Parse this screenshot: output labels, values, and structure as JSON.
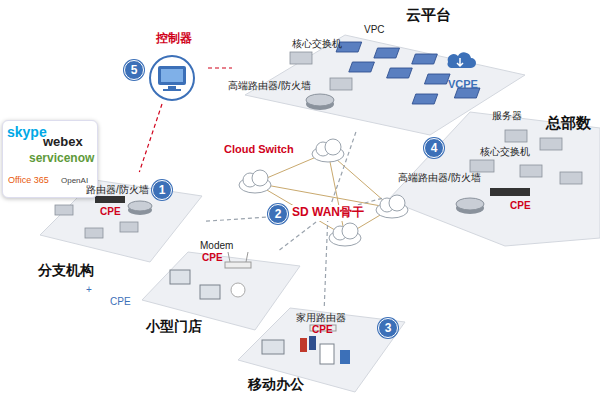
{
  "diagram": {
    "nodes": [
      {
        "text": [
          "控制器"
        ]
      },
      {
        "text": [
          "云平台"
        ]
      },
      {
        "text": [
          "总部数"
        ]
      },
      {
        "text": [
          "分支机构"
        ]
      },
      {
        "text": [
          "小型门店"
        ]
      },
      {
        "text": [
          "移动办公"
        ]
      },
      {
        "text": [
          "Cloud Switch"
        ]
      },
      {
        "text": [
          "SD WAN骨干"
        ]
      },
      {
        "text": [
          "skype",
          "webex",
          "servicenow",
          "Office 365",
          "OpenAI"
        ]
      }
    ],
    "edges": [
      {
        "from": 0,
        "to": 1,
        "arrow": "none"
      },
      {
        "from": 0,
        "to": 3,
        "arrow": "none"
      },
      {
        "from": 1,
        "to": 7,
        "arrow": "none"
      },
      {
        "from": 2,
        "to": 7,
        "arrow": "none"
      },
      {
        "from": 3,
        "to": 7,
        "arrow": "none"
      },
      {
        "from": 4,
        "to": 7,
        "arrow": "none"
      },
      {
        "from": 5,
        "to": 7,
        "arrow": "none"
      }
    ],
    "labels": [
      "VPC",
      "核心交换机",
      "高端路由器/防火墙",
      "VCPE",
      "服务器",
      "核心交换机",
      "高端路由器/防火墙",
      "CPE",
      "路由器/防火墙",
      "CPE",
      "Modem",
      "CPE",
      "CPE",
      "+",
      "家用路由器",
      "CPE",
      "1",
      "2",
      "3",
      "4",
      "5"
    ]
  }
}
